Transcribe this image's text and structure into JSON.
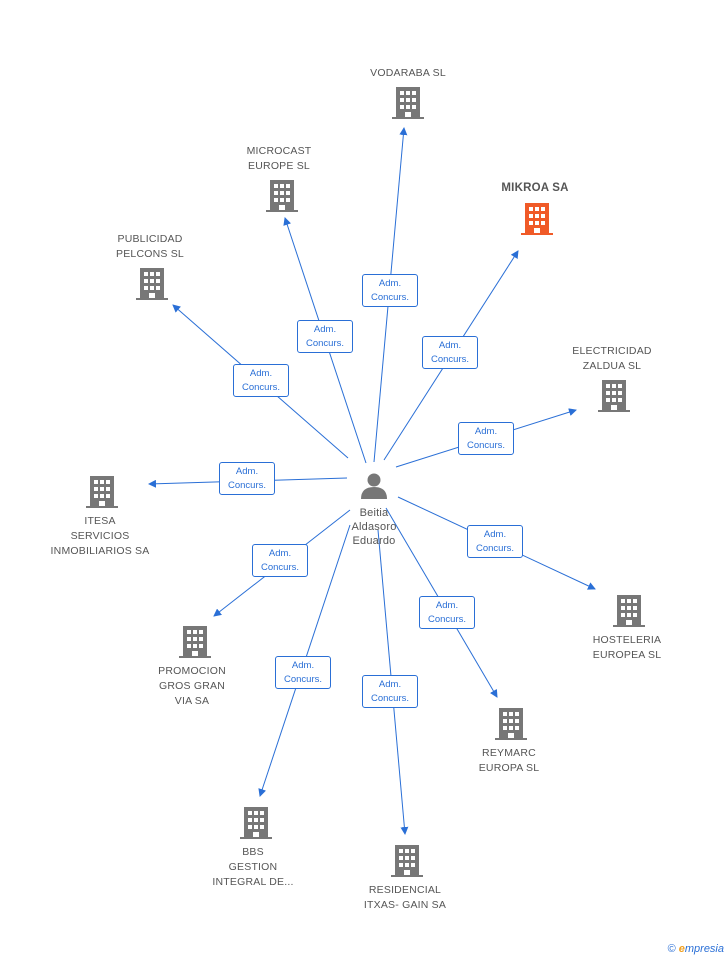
{
  "center": {
    "name": "Beitia\nAldasoro\nEduardo",
    "icon": "person-icon",
    "color": "#777777"
  },
  "relation_label": "Adm.\nConcurs.",
  "companies": [
    {
      "id": "vodaraba",
      "name": "VODARABA SL",
      "highlight": false
    },
    {
      "id": "microcast",
      "name": "MICROCAST\nEUROPE  SL",
      "highlight": false
    },
    {
      "id": "mikroa",
      "name": "MIKROA SA",
      "highlight": true
    },
    {
      "id": "publicidad",
      "name": "PUBLICIDAD\nPELCONS SL",
      "highlight": false
    },
    {
      "id": "electricidad",
      "name": "ELECTRICIDAD\nZALDUA SL",
      "highlight": false
    },
    {
      "id": "itesa",
      "name": "ITESA\nSERVICIOS\nINMOBILIARIOS SA",
      "highlight": false
    },
    {
      "id": "hosteleria",
      "name": "HOSTELERIA\nEUROPEA SL",
      "highlight": false
    },
    {
      "id": "promocion",
      "name": "PROMOCION\nGROS GRAN\nVIA SA",
      "highlight": false
    },
    {
      "id": "reymarc",
      "name": "REYMARC\nEUROPA SL",
      "highlight": false
    },
    {
      "id": "bbs",
      "name": "BBS\nGESTION\nINTEGRAL DE...",
      "highlight": false
    },
    {
      "id": "residencial",
      "name": "RESIDENCIAL\nITXAS- GAIN SA",
      "highlight": false
    }
  ],
  "colors": {
    "edge": "#2a6fd6",
    "building": "#777777",
    "highlight": "#f05a28"
  },
  "watermark": {
    "copyright": "©",
    "brand_initial": "e",
    "brand_rest": "mpresia"
  }
}
